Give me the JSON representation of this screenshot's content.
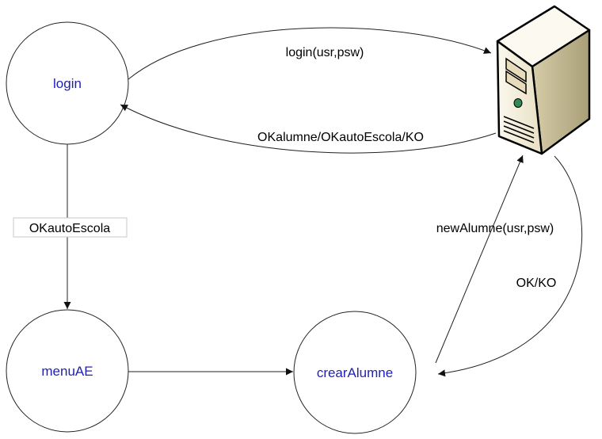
{
  "nodes": {
    "login": {
      "label": "login"
    },
    "menuAE": {
      "label": "menuAE"
    },
    "crearAlumne": {
      "label": "crearAlumne"
    },
    "server": {
      "icon": "server-icon"
    }
  },
  "edges": {
    "login_to_server": {
      "label": "login(usr,psw)"
    },
    "server_to_login": {
      "label": "OKalumne/OKautoEscola/KO"
    },
    "login_to_menuAE": {
      "label": "OKautoEscola"
    },
    "menuAE_to_crearAlumne": {
      "label": ""
    },
    "crearAlumne_to_server": {
      "label": "newAlumne(usr,psw)"
    },
    "server_to_crearAlumne": {
      "label": "OK/KO"
    }
  },
  "colors": {
    "node_text": "#1f1fb4",
    "server_body": "#f2ecd6",
    "server_side": "#c8bf9a"
  }
}
